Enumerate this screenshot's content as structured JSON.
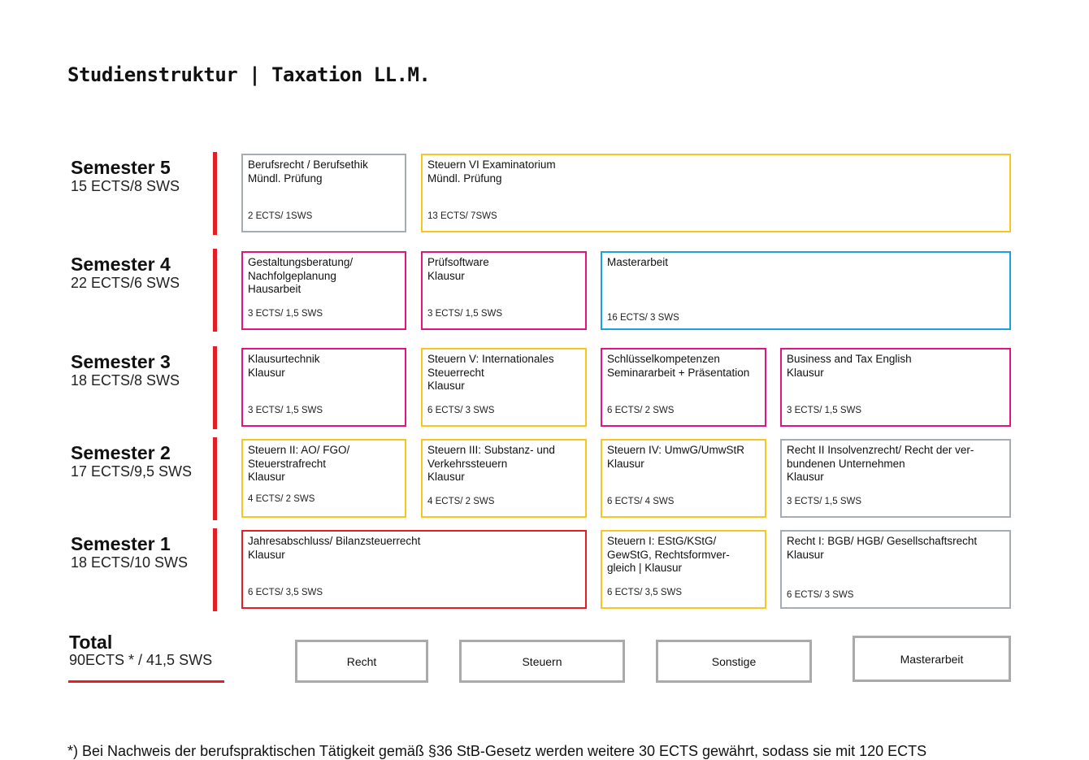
{
  "title": "Studienstruktur | Taxation LL.M.",
  "colors": {
    "recht": "#a7acb3",
    "steuern": "#f6c623",
    "sonstige": "#e0157f",
    "masterarbeit": "#1ea0e0",
    "accent_red": "#e31e24"
  },
  "semesters": [
    {
      "name": "Semester 5",
      "info": "15 ECTS/8 SWS"
    },
    {
      "name": "Semester 4",
      "info": "22 ECTS/6 SWS"
    },
    {
      "name": "Semester 3",
      "info": "18 ECTS/8 SWS"
    },
    {
      "name": "Semester 2",
      "info": "17 ECTS/9,5 SWS"
    },
    {
      "name": "Semester 1",
      "info": "18 ECTS/10 SWS"
    }
  ],
  "modules": {
    "s5": [
      {
        "title": "Berufsrecht / Berufsethik\nMündl. Prüfung",
        "credits": "2 ECTS/ 1SWS",
        "category": "Recht"
      },
      {
        "title": "Steuern VI Examinatorium\nMündl. Prüfung",
        "credits": "13 ECTS/ 7SWS",
        "category": "Steuern"
      }
    ],
    "s4": [
      {
        "title": "Gestaltungsberatung/\nNachfolgeplanung\nHausarbeit",
        "credits": "3 ECTS/ 1,5 SWS",
        "category": "Sonstige"
      },
      {
        "title": "Prüfsoftware\nKlausur",
        "credits": "3 ECTS/ 1,5 SWS",
        "category": "Sonstige"
      },
      {
        "title": "Masterarbeit",
        "credits": "16 ECTS/ 3 SWS",
        "category": "Masterarbeit"
      }
    ],
    "s3": [
      {
        "title": "Klausurtechnik\nKlausur",
        "credits": "3 ECTS/ 1,5 SWS",
        "category": "Sonstige"
      },
      {
        "title": "Steuern V: Internationales\nSteuerrecht\nKlausur",
        "credits": "6 ECTS/ 3 SWS",
        "category": "Steuern"
      },
      {
        "title": "Schlüsselkompetenzen\nSeminararbeit + Präsentation",
        "credits": "6 ECTS/ 2 SWS",
        "category": "Sonstige"
      },
      {
        "title": "Business and Tax English\nKlausur",
        "credits": "3 ECTS/ 1,5 SWS",
        "category": "Sonstige"
      }
    ],
    "s2": [
      {
        "title": "Steuern II: AO/ FGO/\nSteuerstrafrecht\n Klausur",
        "credits": "4 ECTS/ 2 SWS",
        "category": "Steuern"
      },
      {
        "title": "Steuern III: Substanz- und\nVerkehrssteuern\nKlausur",
        "credits": "4 ECTS/ 2 SWS",
        "category": "Steuern"
      },
      {
        "title": "Steuern IV: UmwG/UmwStR\nKlausur",
        "credits": "6 ECTS/ 4 SWS",
        "category": "Steuern"
      },
      {
        "title": "Recht II Insolvenzrecht/ Recht der ver-\nbundenen Unternehmen\nKlausur",
        "credits": "3 ECTS/ 1,5 SWS",
        "category": "Recht"
      }
    ],
    "s1": [
      {
        "title": "Jahresabschluss/ Bilanzsteuerrecht\nKlausur",
        "credits": "6 ECTS/ 3,5 SWS",
        "category": "Recht"
      },
      {
        "title": "Steuern I: EStG/KStG/\nGewStG, Rechtsformver-\ngleich | Klausur",
        "credits": "6 ECTS/ 3,5 SWS",
        "category": "Steuern"
      },
      {
        "title": "Recht I: BGB/ HGB/ Gesellschaftsrecht\nKlausur",
        "credits": "6 ECTS/ 3 SWS",
        "category": "Recht"
      }
    ]
  },
  "total": {
    "label": "Total",
    "value": "90ECTS * / 41,5 SWS"
  },
  "legend": [
    "Recht",
    "Steuern",
    "Sonstige",
    "Masterarbeit"
  ],
  "footnote": "*) Bei Nachweis der berufspraktischen Tätigkeit gemäß §36 StB-Gesetz werden weitere 30 ECTS gewährt, sodass sie mit 120 ECTS"
}
